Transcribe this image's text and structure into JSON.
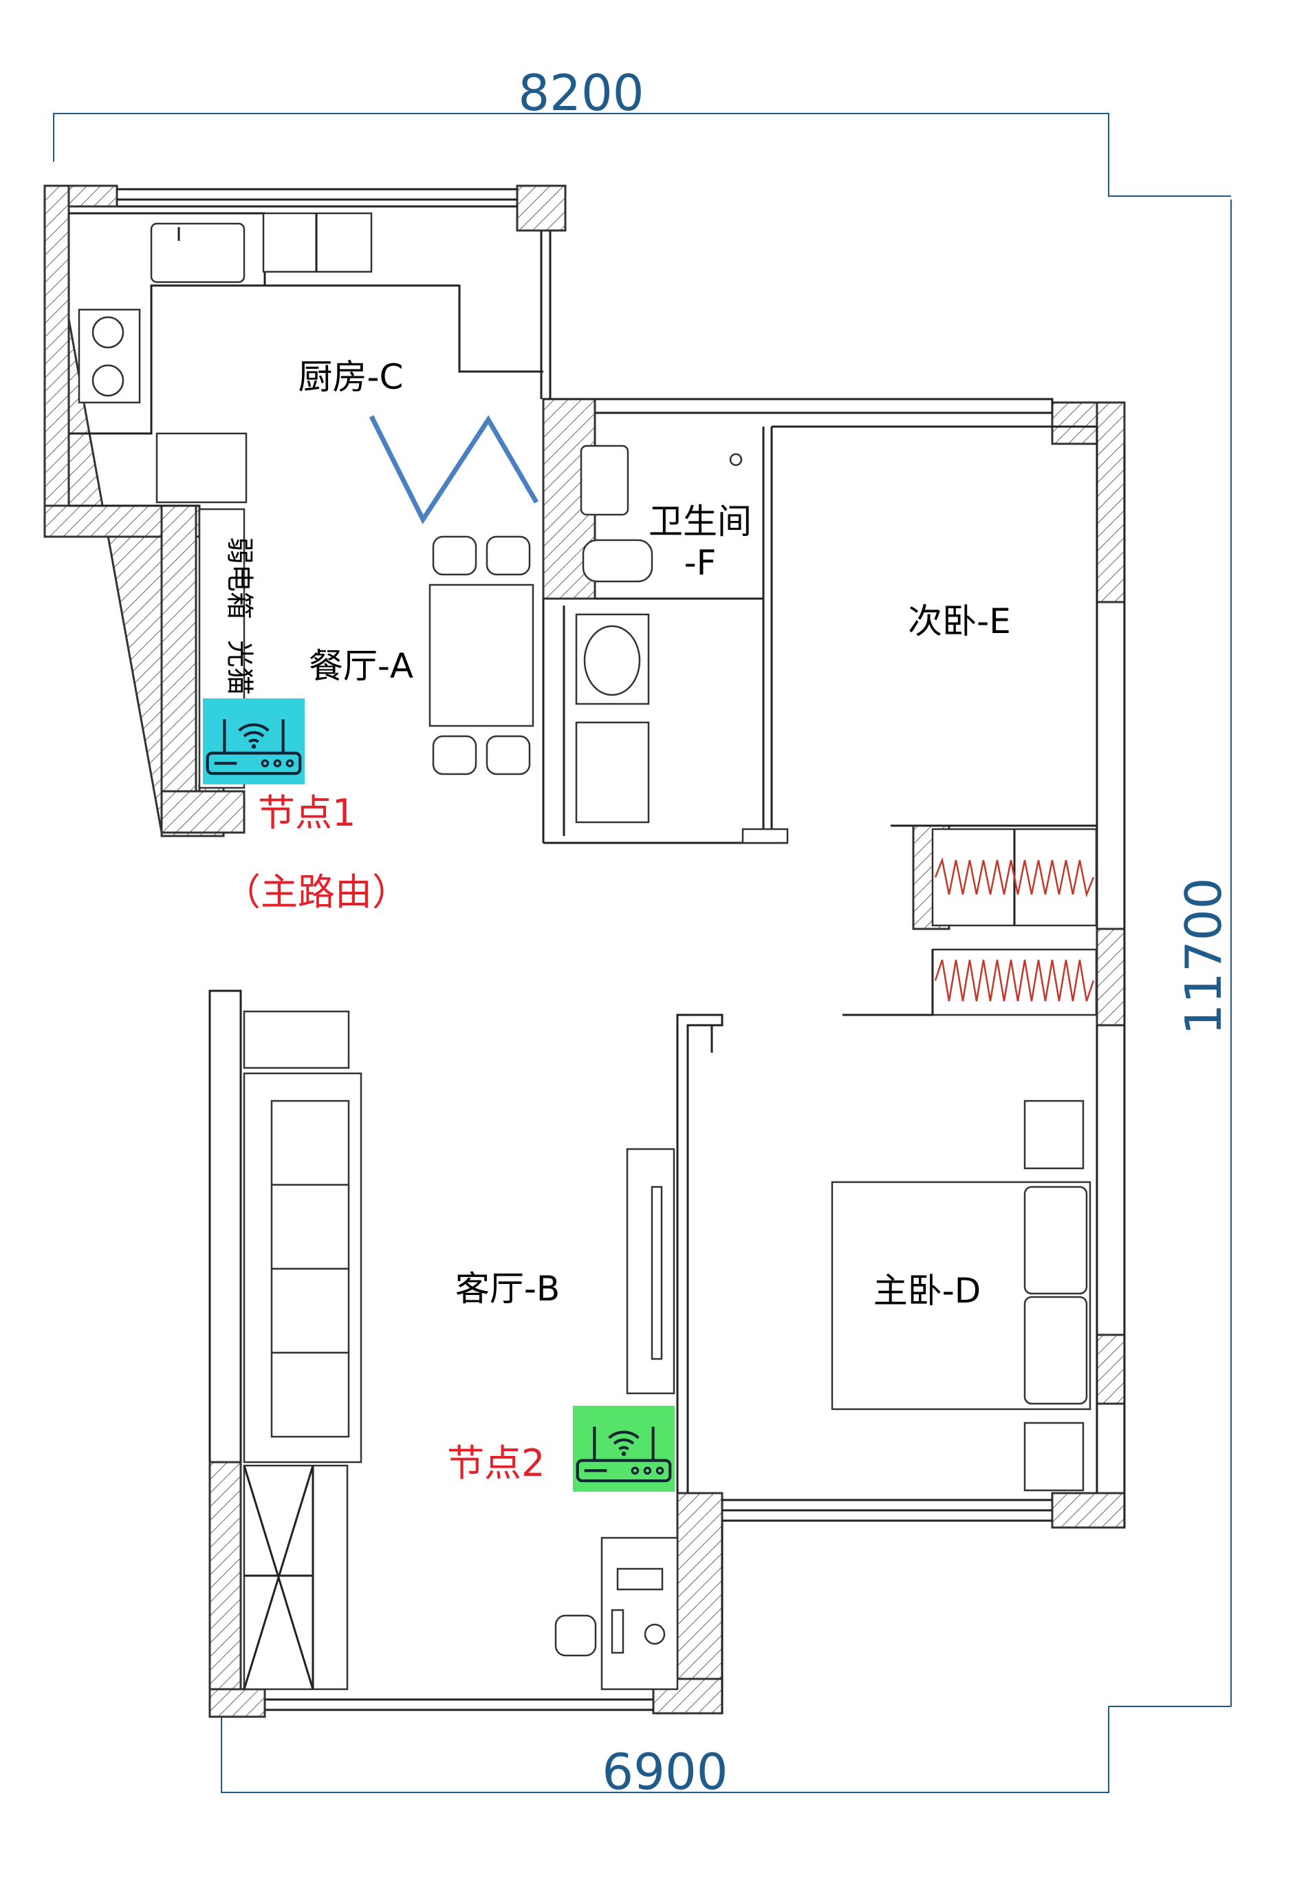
{
  "dimensions": {
    "top_width": "8200",
    "bottom_width": "6900",
    "right_height": "11700"
  },
  "rooms": {
    "kitchen": "厨房-C",
    "dining": "餐厅-A",
    "bathroom_line1": "卫生间",
    "bathroom_line2": "-F",
    "second_bedroom": "次卧-E",
    "living_room": "客厅-B",
    "master_bedroom": "主卧-D"
  },
  "cabinet_labels": {
    "weak_current_box": "弱电箱",
    "optical_modem": "光猫"
  },
  "nodes": {
    "node1_label": "节点1",
    "node1_sub": "（主路由）",
    "node2_label": "节点2",
    "node1_color": "#33d1e0",
    "node2_color": "#55e36a",
    "icon": "wifi-router-icon"
  },
  "colors": {
    "dimension": "#1f5c8b",
    "label_red": "#e3212b",
    "door_blue": "#4a7fc1"
  }
}
